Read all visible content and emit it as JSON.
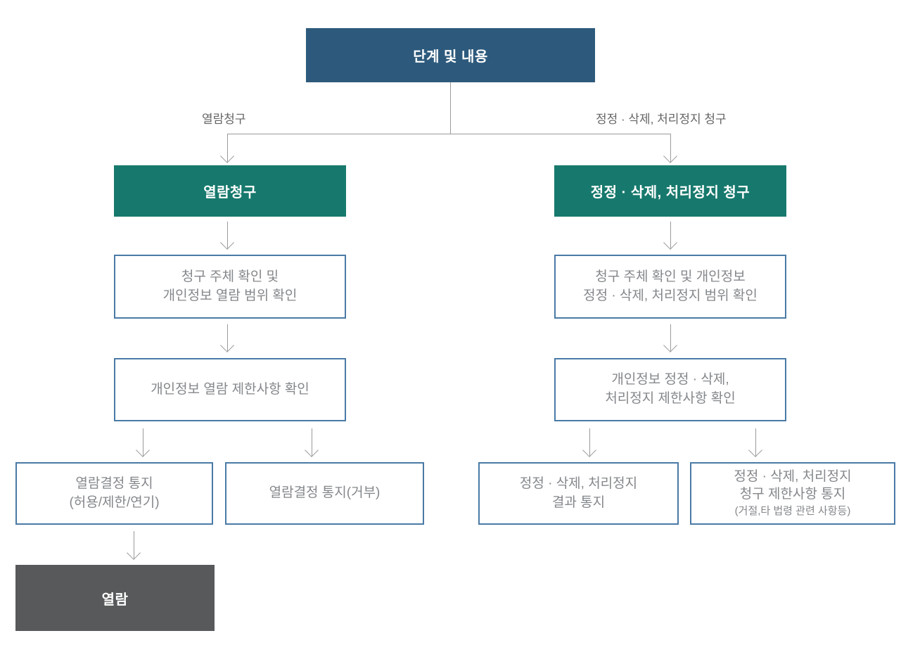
{
  "title": {
    "label": "단계 및 내용"
  },
  "branches": {
    "left_label": "열람청구",
    "right_label": "정정 · 삭제, 처리정지 청구"
  },
  "left": {
    "header": "열람청구",
    "step1": "청구 주체 확인 및\n개인정보 열람 범위 확인",
    "step2": "개인정보 열람 제한사항 확인",
    "result_allow": "열람결정 통지\n(허용/제한/연기)",
    "result_deny": "열람결정 통지(거부)",
    "final": "열람"
  },
  "right": {
    "header": "정정 · 삭제, 처리정지 청구",
    "step1": "청구 주체 확인 및 개인정보\n정정 · 삭제, 처리정지 범위 확인",
    "step2": "개인정보 정정 · 삭제,\n처리정지 제한사항 확인",
    "result_outcome": "정정 · 삭제, 처리정지\n결과 통지",
    "result_restrict": "정정 · 삭제, 처리정지\n청구 제한사항 통지",
    "result_restrict_note": "(거절,타 법령 관련 사항등)"
  },
  "colors": {
    "header_navy": "#2d5a7c",
    "process_teal": "#17796d",
    "final_gray": "#58595b",
    "box_border_blue": "#4a7aa6",
    "connector_gray": "#9a9a9a",
    "body_text_gray": "#84878b",
    "label_text_gray": "#666666"
  }
}
